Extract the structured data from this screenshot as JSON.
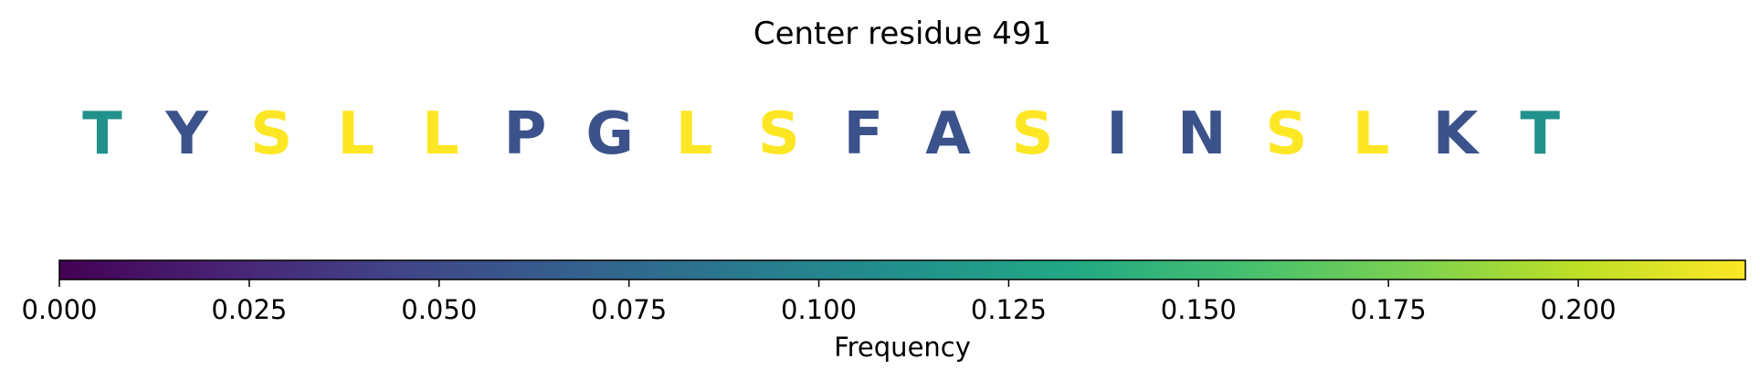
{
  "chart_data": {
    "type": "heatmap",
    "title": "Center residue 491",
    "residues": [
      {
        "letter": "T",
        "frequency": 0.111
      },
      {
        "letter": "Y",
        "frequency": 0.056
      },
      {
        "letter": "S",
        "frequency": 0.222
      },
      {
        "letter": "L",
        "frequency": 0.222
      },
      {
        "letter": "L",
        "frequency": 0.222
      },
      {
        "letter": "P",
        "frequency": 0.056
      },
      {
        "letter": "G",
        "frequency": 0.056
      },
      {
        "letter": "L",
        "frequency": 0.222
      },
      {
        "letter": "S",
        "frequency": 0.222
      },
      {
        "letter": "F",
        "frequency": 0.056
      },
      {
        "letter": "A",
        "frequency": 0.056
      },
      {
        "letter": "S",
        "frequency": 0.222
      },
      {
        "letter": "I",
        "frequency": 0.056
      },
      {
        "letter": "N",
        "frequency": 0.056
      },
      {
        "letter": "S",
        "frequency": 0.222
      },
      {
        "letter": "L",
        "frequency": 0.222
      },
      {
        "letter": "K",
        "frequency": 0.056
      },
      {
        "letter": "T",
        "frequency": 0.111
      }
    ],
    "colorbar": {
      "colormap": "viridis",
      "vmin": 0.0,
      "vmax": 0.222,
      "ticks": [
        0.0,
        0.025,
        0.05,
        0.075,
        0.1,
        0.125,
        0.15,
        0.175,
        0.2
      ],
      "tick_labels": [
        "0.000",
        "0.025",
        "0.050",
        "0.075",
        "0.100",
        "0.125",
        "0.150",
        "0.175",
        "0.200"
      ],
      "label": "Frequency"
    }
  }
}
